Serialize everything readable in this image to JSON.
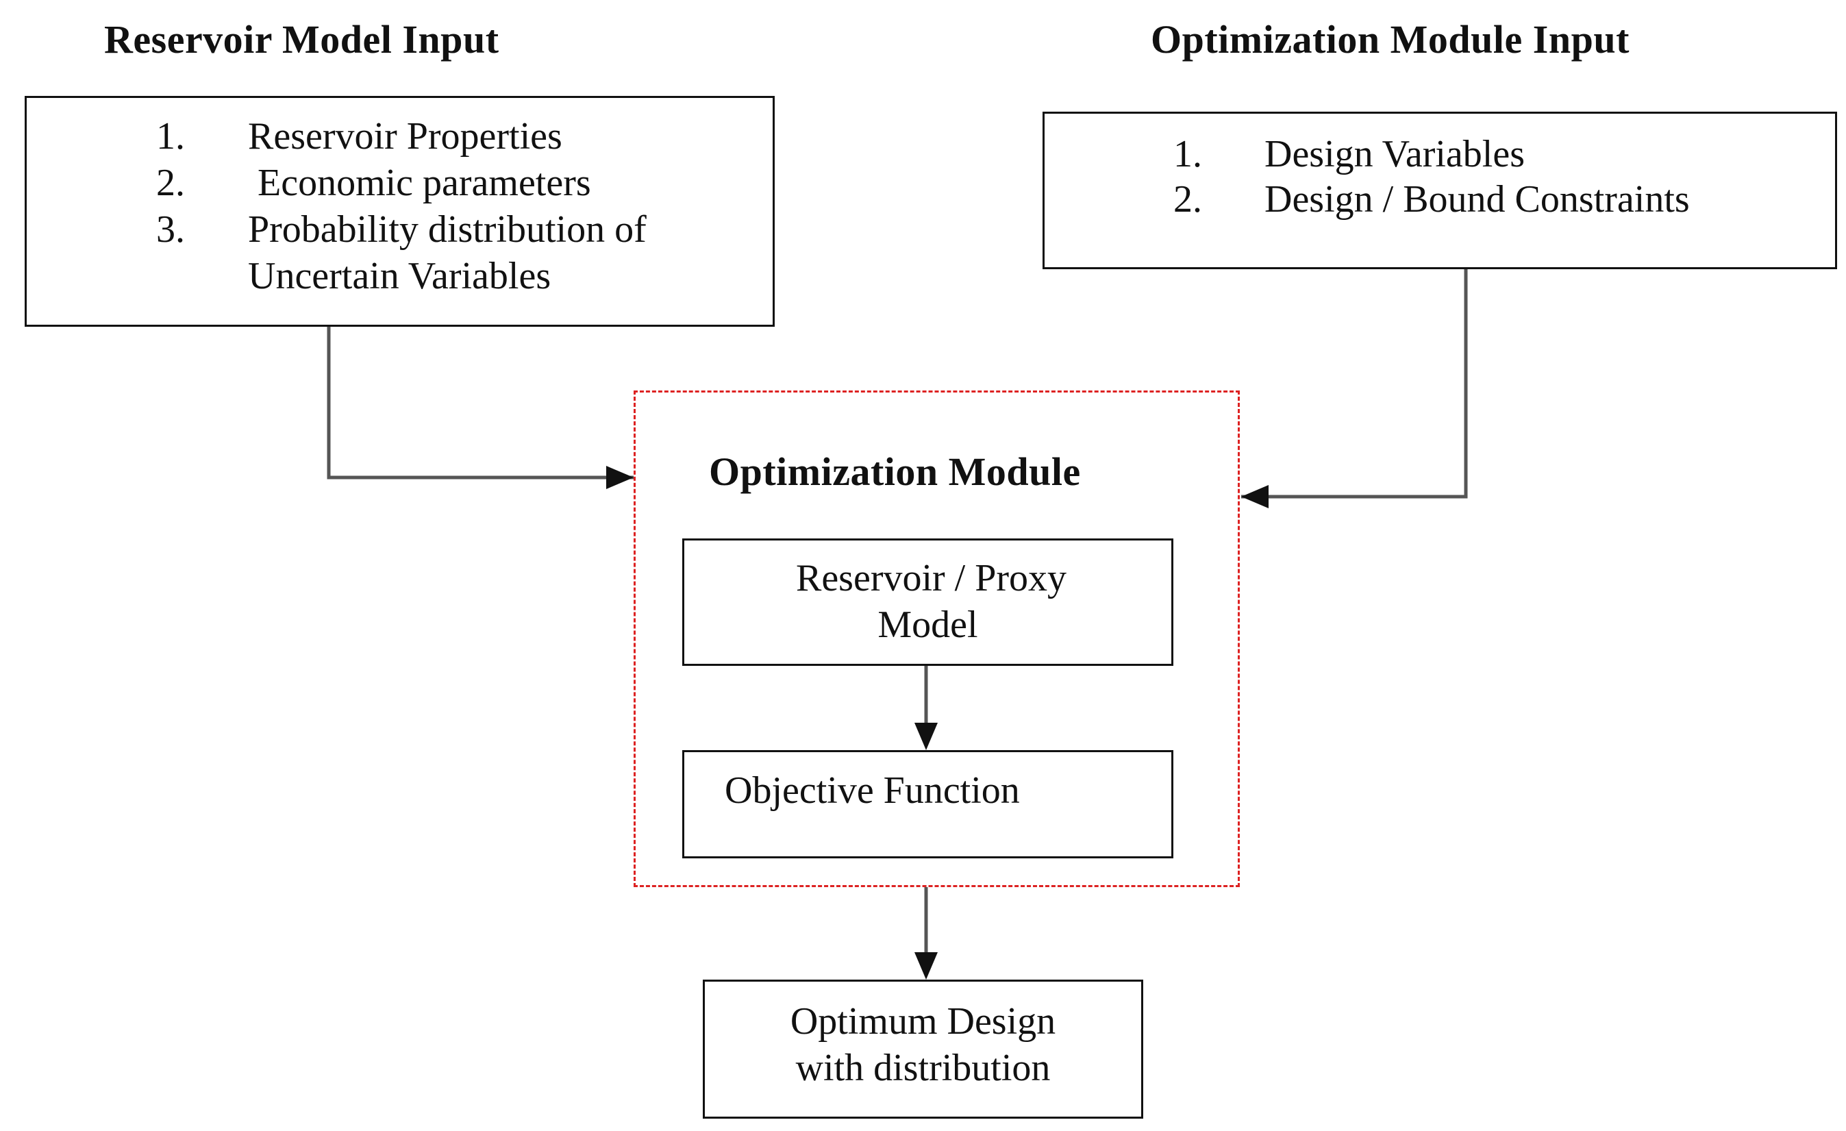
{
  "headings": {
    "reservoir_input": "Reservoir Model Input",
    "optimization_input": "Optimization Module Input",
    "optimization_module": "Optimization Module"
  },
  "reservoir_input_box": {
    "items": [
      {
        "num": "1.",
        "text": "Reservoir Properties"
      },
      {
        "num": "2.",
        "text": " Economic parameters"
      },
      {
        "num": "3.",
        "text": "Probability distribution of"
      }
    ],
    "continuation": "Uncertain Variables"
  },
  "optimization_input_box": {
    "items": [
      {
        "num": "1.",
        "text": "Design Variables"
      },
      {
        "num": "2.",
        "text": "Design / Bound Constraints"
      }
    ]
  },
  "proxy_box": {
    "line1": "Reservoir / Proxy",
    "line2": "Model"
  },
  "objective_box": {
    "label": "Objective Function"
  },
  "output_box": {
    "line1": "Optimum Design",
    "line2": "with distribution"
  },
  "colors": {
    "line": "#111111",
    "connector": "#555555",
    "dashed_border": "#dd2222"
  }
}
